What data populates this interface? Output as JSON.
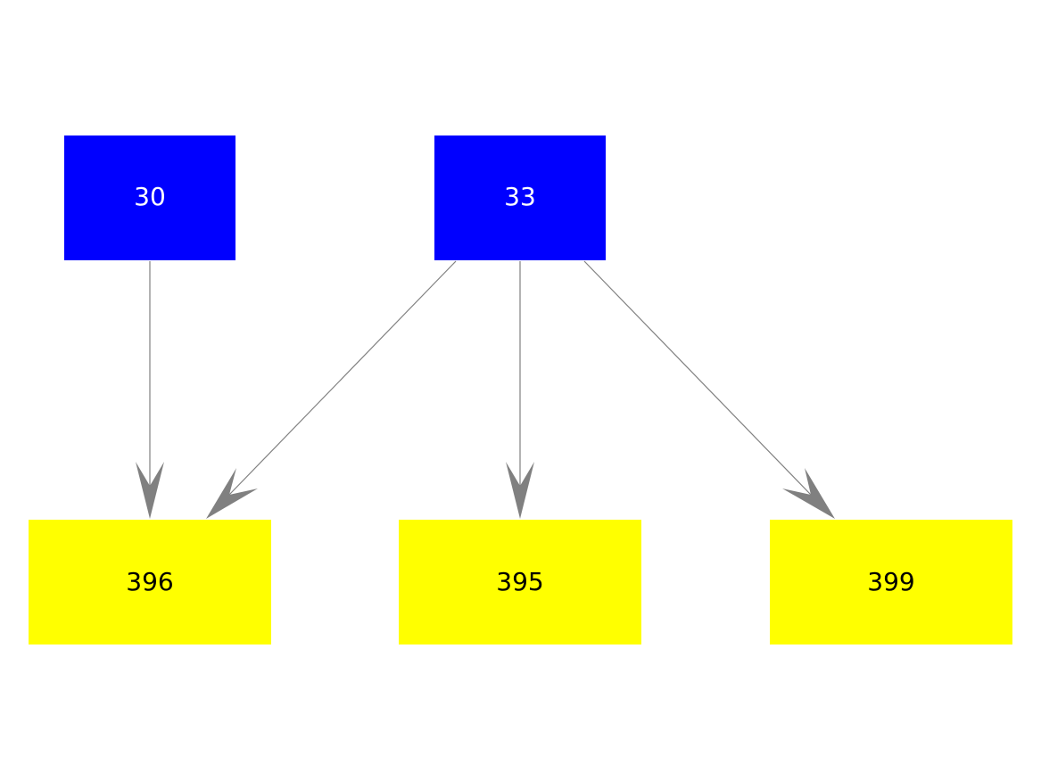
{
  "diagram": {
    "nodes": [
      {
        "id": "n30",
        "label": "30",
        "fill": "#0000ff",
        "text_color": "#ffffff"
      },
      {
        "id": "n33",
        "label": "33",
        "fill": "#0000ff",
        "text_color": "#ffffff"
      },
      {
        "id": "n396",
        "label": "396",
        "fill": "#ffff00",
        "text_color": "#000000"
      },
      {
        "id": "n395",
        "label": "395",
        "fill": "#ffff00",
        "text_color": "#000000"
      },
      {
        "id": "n399",
        "label": "399",
        "fill": "#ffff00",
        "text_color": "#000000"
      }
    ],
    "edges": [
      {
        "from": "30",
        "to": "396"
      },
      {
        "from": "33",
        "to": "396"
      },
      {
        "from": "33",
        "to": "395"
      },
      {
        "from": "33",
        "to": "399"
      }
    ],
    "edge_color": "#808080"
  }
}
